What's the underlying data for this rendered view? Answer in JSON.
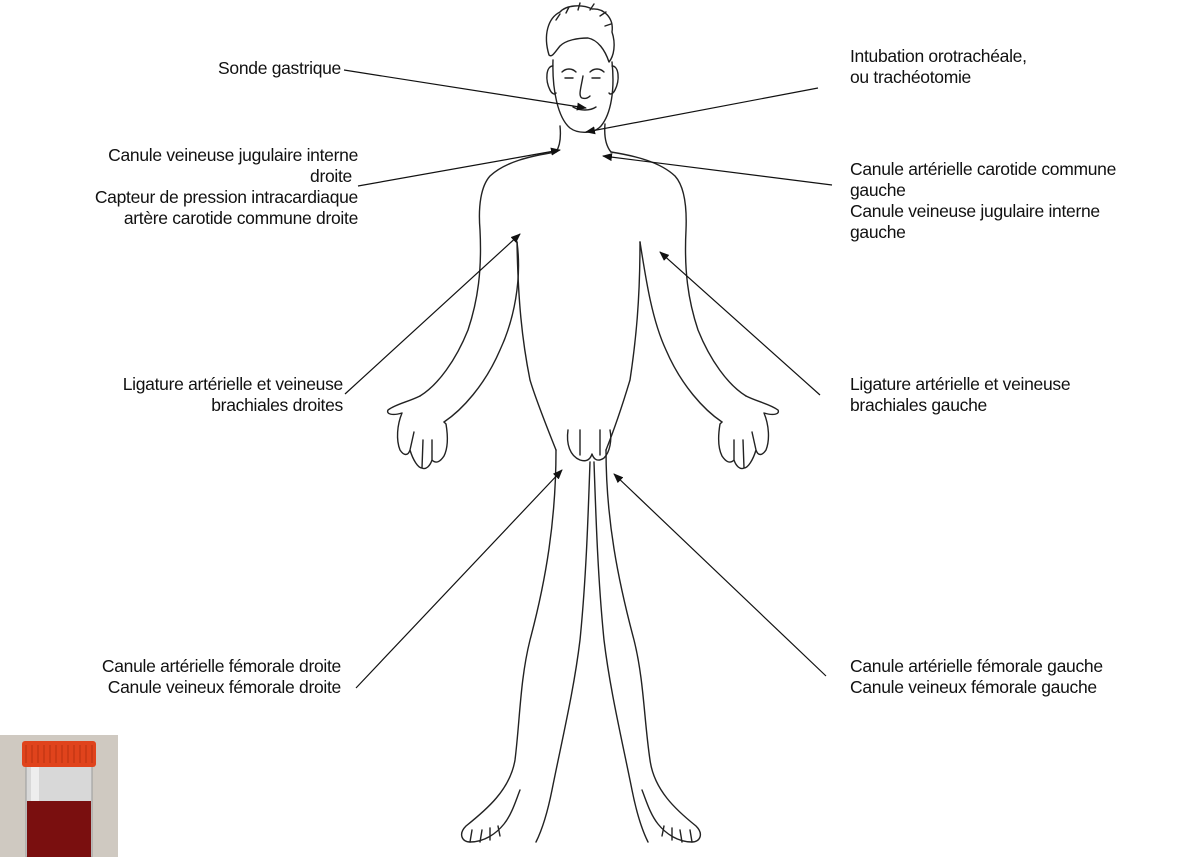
{
  "labels": {
    "sonde": [
      "Sonde gastrique"
    ],
    "intubation": [
      "Intubation orotrachéale,",
      "ou trachéotomie"
    ],
    "jugulaire_droite": [
      "Canule veineuse jugulaire interne",
      "droite",
      "Capteur de pression intracardiaque",
      "artère carotide commune droite"
    ],
    "carotide_gauche": [
      "Canule artérielle carotide commune",
      "gauche",
      "Canule veineuse jugulaire interne",
      "gauche"
    ],
    "brachiale_droite": [
      "Ligature artérielle et veineuse",
      "brachiales droites"
    ],
    "brachiale_gauche": [
      "Ligature artérielle et veineuse",
      "brachiales gauche"
    ],
    "femorale_droite": [
      "Canule artérielle fémorale droite",
      "Canule veineux fémorale droite"
    ],
    "femorale_gauche": [
      "Canule artérielle fémorale gauche",
      "Canule veineux fémorale gauche"
    ]
  },
  "colors": {
    "cap": "#e0431c",
    "blood": "#7a0f0f",
    "line": "#111111"
  }
}
